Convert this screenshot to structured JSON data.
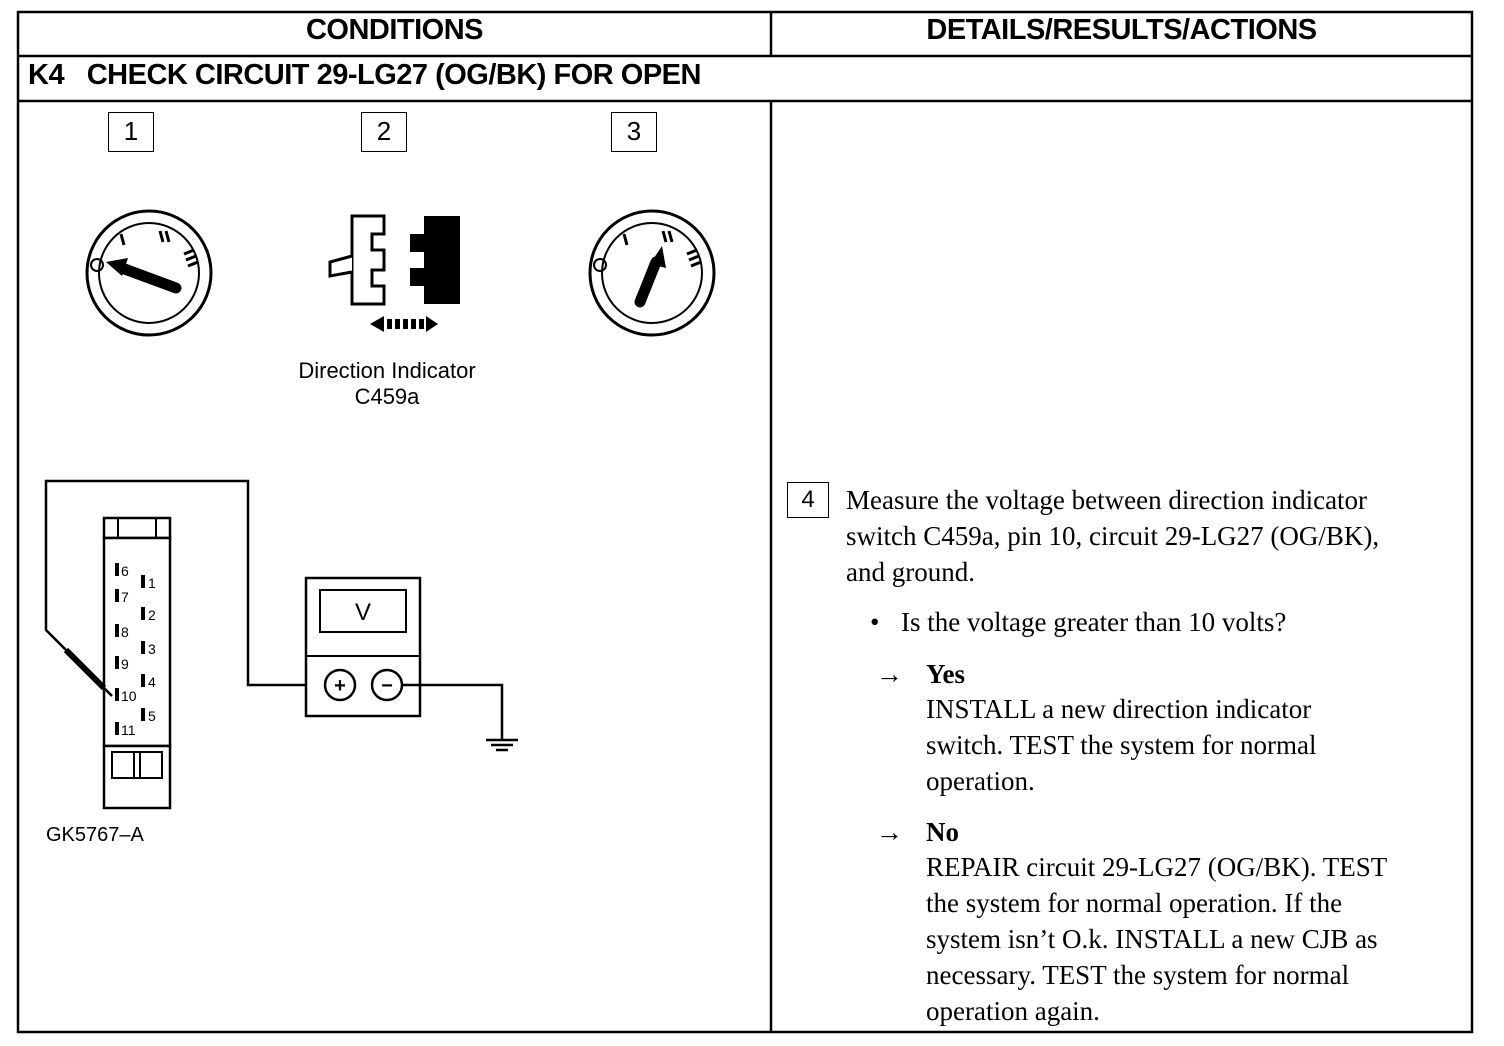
{
  "table": {
    "col_left_header": "CONDITIONS",
    "col_right_header": "DETAILS/RESULTS/ACTIONS",
    "step_title": "K4   CHECK CIRCUIT 29-LG27 (OG/BK) FOR OPEN"
  },
  "conditions": {
    "step_numbers": [
      "1",
      "2",
      "3"
    ],
    "connector_caption_line1": "Direction Indicator",
    "connector_caption_line2": "C459a",
    "meter_label": "V",
    "meter_plus": "+",
    "meter_minus": "−",
    "connector_pins": [
      "6",
      "7",
      "8",
      "9",
      "10",
      "11",
      "1",
      "2",
      "3",
      "4",
      "5"
    ],
    "figure_id": "GK5767–A"
  },
  "details": {
    "step_number": "4",
    "instruction": [
      "Measure the voltage between direction indicator",
      "switch C459a, pin 10, circuit 29-LG27 (OG/BK),",
      "and ground."
    ],
    "question": "Is the voltage greater than 10 volts?",
    "yes_label": "Yes",
    "yes_action": [
      "INSTALL a new direction indicator",
      "switch. TEST the system for normal",
      "operation."
    ],
    "no_label": "No",
    "no_action": [
      "REPAIR circuit 29-LG27 (OG/BK). TEST",
      "the system for normal operation. If the",
      "system isn’t O.k. INSTALL a new CJB as",
      "necessary. TEST the system for normal",
      "operation again."
    ]
  }
}
